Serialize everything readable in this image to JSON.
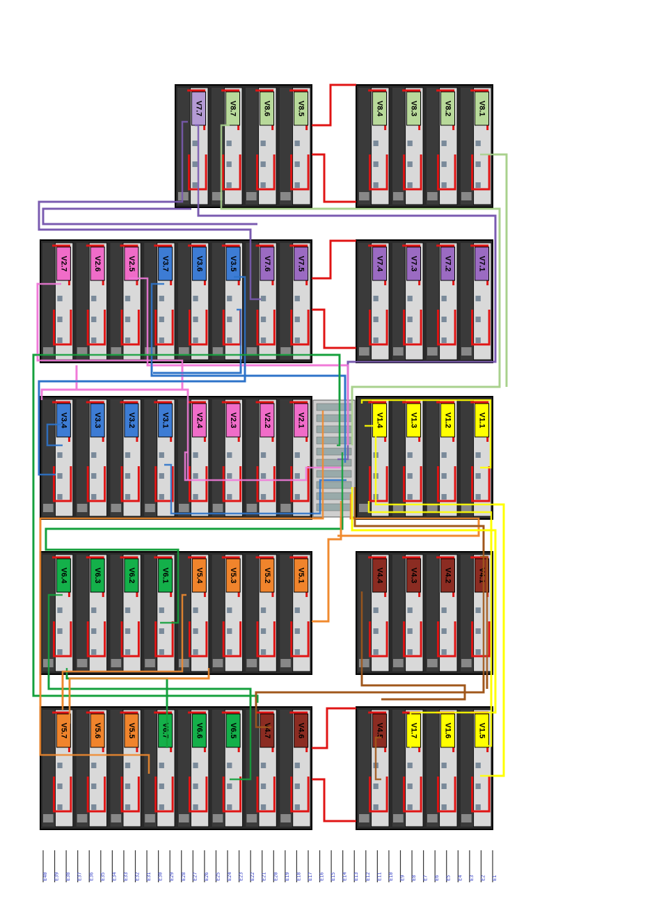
{
  "racks": [
    {
      "id": "top-left",
      "labels": [
        "V7.7",
        "V8.7",
        "V8.6",
        "V8.5"
      ],
      "colors": [
        "#b49ad4",
        "#b8d99a",
        "#b8d99a",
        "#b8d99a"
      ]
    },
    {
      "id": "top-right",
      "labels": [
        "V8.4",
        "V8.3",
        "V8.2",
        "V8.1"
      ],
      "colors": [
        "#b8d99a",
        "#b8d99a",
        "#b8d99a",
        "#b8d99a"
      ]
    },
    {
      "id": "row2-left",
      "labels": [
        "V2.7",
        "V2.6",
        "V2.5",
        "V3.7",
        "V3.6",
        "V3.5",
        "V7.6",
        "V7.5"
      ],
      "colors": [
        "#f06cc8",
        "#f06cc8",
        "#f06cc8",
        "#3d7cd4",
        "#3d7cd4",
        "#3d7cd4",
        "#9b6bc2",
        "#9b6bc2"
      ]
    },
    {
      "id": "row2-right",
      "labels": [
        "V7.4",
        "V7.3",
        "V7.2",
        "V7.1"
      ],
      "colors": [
        "#9b6bc2",
        "#9b6bc2",
        "#9b6bc2",
        "#9b6bc2"
      ]
    },
    {
      "id": "row3-left",
      "labels": [
        "V3.4",
        "V3.3",
        "V3.2",
        "V3.1",
        "V2.4",
        "V2.3",
        "V2.2",
        "V2.1"
      ],
      "colors": [
        "#3d7cd4",
        "#3d7cd4",
        "#3d7cd4",
        "#3d7cd4",
        "#f06cc8",
        "#f06cc8",
        "#f06cc8",
        "#f06cc8"
      ]
    },
    {
      "id": "row3-right",
      "labels": [
        "V1.4",
        "V1.3",
        "V1.2",
        "V1.1"
      ],
      "colors": [
        "#ffff00",
        "#ffff00",
        "#ffff00",
        "#ffff00"
      ]
    },
    {
      "id": "row4-left",
      "labels": [
        "V6.4",
        "V6.3",
        "V6.2",
        "V6.1",
        "V5.4",
        "V5.3",
        "V5.2",
        "V5.1"
      ],
      "colors": [
        "#14b04a",
        "#14b04a",
        "#14b04a",
        "#14b04a",
        "#f0842c",
        "#f0842c",
        "#f0842c",
        "#f0842c"
      ]
    },
    {
      "id": "row4-right",
      "labels": [
        "V4.4",
        "V4.3",
        "V4.2",
        "V4.1"
      ],
      "colors": [
        "#8b2c22",
        "#8b2c22",
        "#8b2c22",
        "#8b2c22"
      ]
    },
    {
      "id": "row5-left",
      "labels": [
        "V5.7",
        "V5.6",
        "V5.5",
        "V6.7",
        "V6.6",
        "V6.5",
        "V4.7",
        "V4.6"
      ],
      "colors": [
        "#f0842c",
        "#f0842c",
        "#f0842c",
        "#14b04a",
        "#14b04a",
        "#14b04a",
        "#8b2c22",
        "#8b2c22"
      ]
    },
    {
      "id": "row5-right",
      "labels": [
        "V4.5",
        "V1.7",
        "V1.6",
        "V1.5"
      ],
      "colors": [
        "#8b2c22",
        "#ffff00",
        "#ffff00",
        "#ffff00"
      ]
    }
  ],
  "ruler": [
    "E40",
    "E39",
    "E38",
    "E37",
    "E36",
    "E35",
    "E34",
    "E33",
    "E32",
    "E31",
    "E30",
    "E29",
    "E28",
    "E27",
    "E26",
    "E25",
    "E24",
    "E23",
    "E22",
    "E21",
    "E20",
    "E19",
    "E18",
    "E17",
    "E16",
    "E15",
    "E14",
    "E13",
    "E12",
    "E11",
    "E10",
    "E9",
    "E8",
    "E7",
    "E6",
    "E5",
    "E4",
    "E3",
    "E2",
    "E1"
  ],
  "colors": {
    "red": "#e01414",
    "purple": "#7a5bb0",
    "green_light": "#a8d08d",
    "pink": "#f07ad8",
    "blue": "#2e73c9",
    "green": "#14a03c",
    "orange": "#f08a30",
    "brown": "#a0581c",
    "yellow": "#ffff00"
  }
}
